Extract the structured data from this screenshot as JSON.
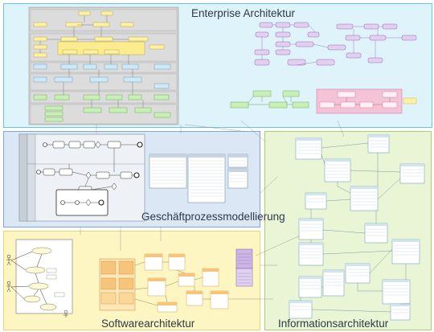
{
  "regions": {
    "enterprise": {
      "title": "Enterprise Architektur",
      "fill": "#dff3fb",
      "stroke": "#63c7e8"
    },
    "process": {
      "title": "Geschäftprozessmodellierung",
      "fill": "#dbe7f4",
      "stroke": "#7ea6d0"
    },
    "software": {
      "title": "Softwarearchitektur",
      "fill": "#fdf6c3",
      "stroke": "#e8d56c"
    },
    "information": {
      "title": "Informationsarchitektur",
      "fill": "#e9f5d4",
      "stroke": "#a9d16b"
    }
  },
  "colors": {
    "archimate_yellow": "#fdf1a3",
    "archimate_blue": "#cfe8f5",
    "archimate_green": "#c9eeb7",
    "archimate_purple": "#e3cfee",
    "archimate_pink": "#f5c3d6",
    "uml_class": "#ffffff",
    "uml_class_border": "#5a8fbd",
    "component_orange": "#f6c47a",
    "note_purple": "#cdb6e6"
  }
}
